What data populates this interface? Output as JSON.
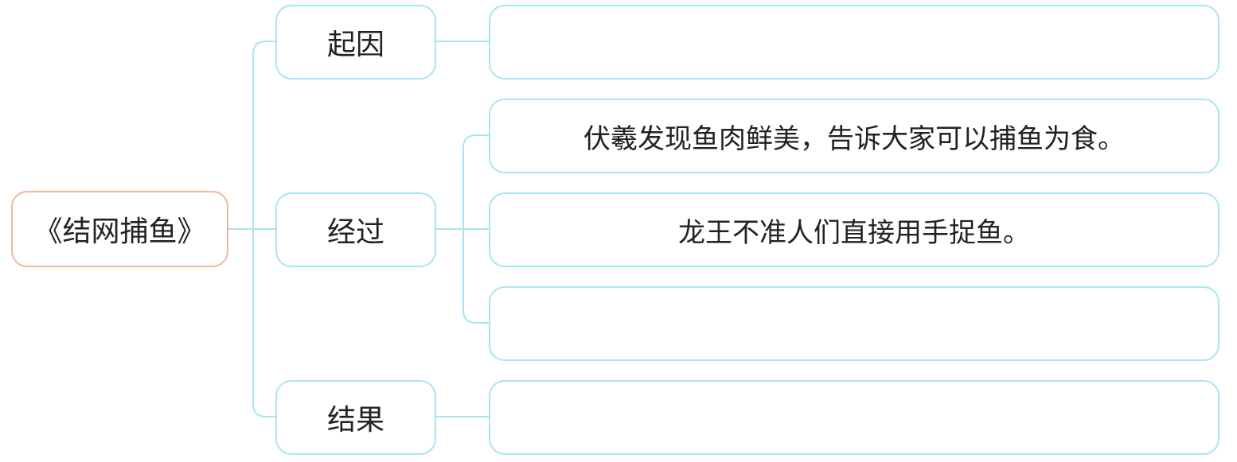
{
  "root": {
    "label": "《结网捕鱼》"
  },
  "stages": [
    {
      "label": "起因",
      "answers": [
        ""
      ]
    },
    {
      "label": "经过",
      "answers": [
        "伏羲发现鱼肉鲜美，告诉大家可以捕鱼为食。",
        "龙王不准人们直接用手捉鱼。",
        ""
      ]
    },
    {
      "label": "结果",
      "answers": [
        ""
      ]
    }
  ],
  "colors": {
    "line": "#a8e6ef",
    "root_border": "#f0b79a",
    "box_border": "#a8e6ef",
    "text": "#222222"
  }
}
